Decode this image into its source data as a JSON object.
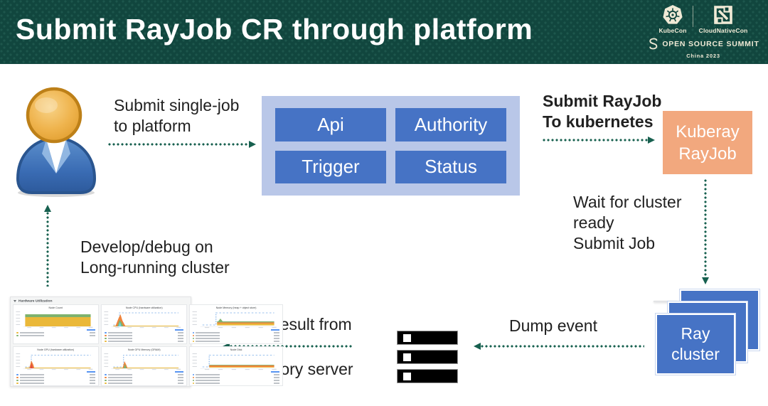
{
  "slide": {
    "title": "Submit RayJob CR through platform"
  },
  "branding": {
    "kubecon": "KubeCon",
    "cloudnativecon": "CloudNativeCon",
    "summit": "OPEN SOURCE SUMMIT",
    "event": "China 2023"
  },
  "colors": {
    "header_bg": "#11463e",
    "arrow_teal": "#17604f",
    "platform_bg": "#b9c7e8",
    "module_blue": "#4673c5",
    "kuberay_orange": "#f2a87e",
    "ray_cluster_blue": "#4673c5",
    "grafana_yellow": "#EAB839",
    "grafana_green": "#7EB26D",
    "grafana_orange": "#EF843C",
    "grafana_blue": "#6ED0E6"
  },
  "diagram": {
    "submit_single_line1": "Submit single-job",
    "submit_single_line2": "to platform",
    "platform_modules": [
      "Api",
      "Authority",
      "Trigger",
      "Status"
    ],
    "submit_rayjob_line1": "Submit RayJob",
    "submit_rayjob_line2": "To kubernetes",
    "kuberay_line1": "Kuberay",
    "kuberay_line2": "RayJob",
    "wait_line1": "Wait for cluster",
    "wait_line2": "ready",
    "wait_line3": "Submit Job",
    "ray_cluster_line1": "Ray",
    "ray_cluster_line2": "cluster",
    "dump_event": "Dump event",
    "watch_line1": "Watch result from",
    "watch_line2": "Ray History server",
    "develop_line1": "Develop/debug on",
    "develop_line2": "Long-running cluster"
  },
  "dashboard": {
    "section_title": "Hardware Utilization",
    "panels": [
      {
        "title": "Node Count"
      },
      {
        "title": "Node CPU (hardware utilization)"
      },
      {
        "title": "Node Memory (heap + object store)"
      },
      {
        "title": "Node GPU (hardware utilization)"
      },
      {
        "title": "Node GPU Memory (GRAM)"
      },
      {
        "title": "Node Disk"
      }
    ]
  }
}
